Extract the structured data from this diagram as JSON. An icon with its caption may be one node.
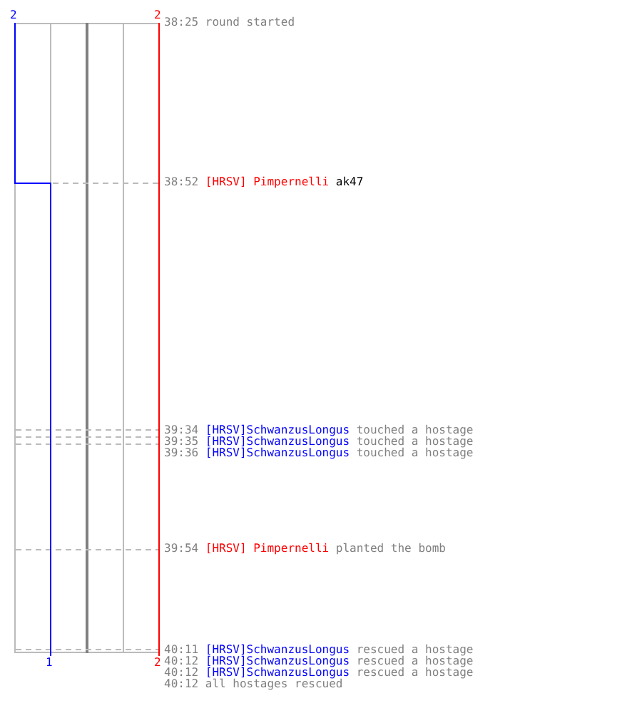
{
  "diagram": {
    "labels": [
      "2",
      "2",
      "38:25",
      "round started",
      "38:52",
      "[HRSV] Pimpernelli",
      "ak47",
      "39:34",
      "[HRSV]SchwanzusLongus",
      "touched a hostage",
      "39:35",
      "[HRSV]SchwanzusLongus",
      "touched a hostage",
      "39:36",
      "[HRSV]SchwanzusLongus",
      "touched a hostage",
      "39:54",
      "[HRSV] Pimpernelli",
      "planted the bomb",
      "40:11",
      "[HRSV]SchwanzusLongus",
      "rescued a hostage",
      "1",
      "2",
      "40:12",
      "[HRSV]SchwanzusLongus",
      "rescued a hostage",
      "40:12",
      "[HRSV]SchwanzusLongus",
      "rescued a hostage",
      "40:12",
      "all hostages rescued"
    ]
  }
}
